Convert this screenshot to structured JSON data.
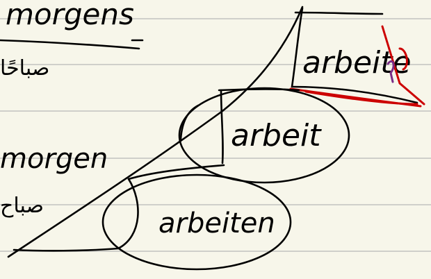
{
  "page": {
    "title": "Handwritten notes",
    "background_color": "#f7f6ea",
    "ink_color": "#000000",
    "accent_color": "#cc0000",
    "secondary_accent": "#7a2d86"
  },
  "notes": {
    "word_morgens": "morgens",
    "word_sabah_1": "صباحًا",
    "word_morgen": "morgen",
    "word_sabah_2": "صباح",
    "box_top": "arbeite",
    "box_middle": "arbeit",
    "box_bottom": "arbeiten"
  }
}
